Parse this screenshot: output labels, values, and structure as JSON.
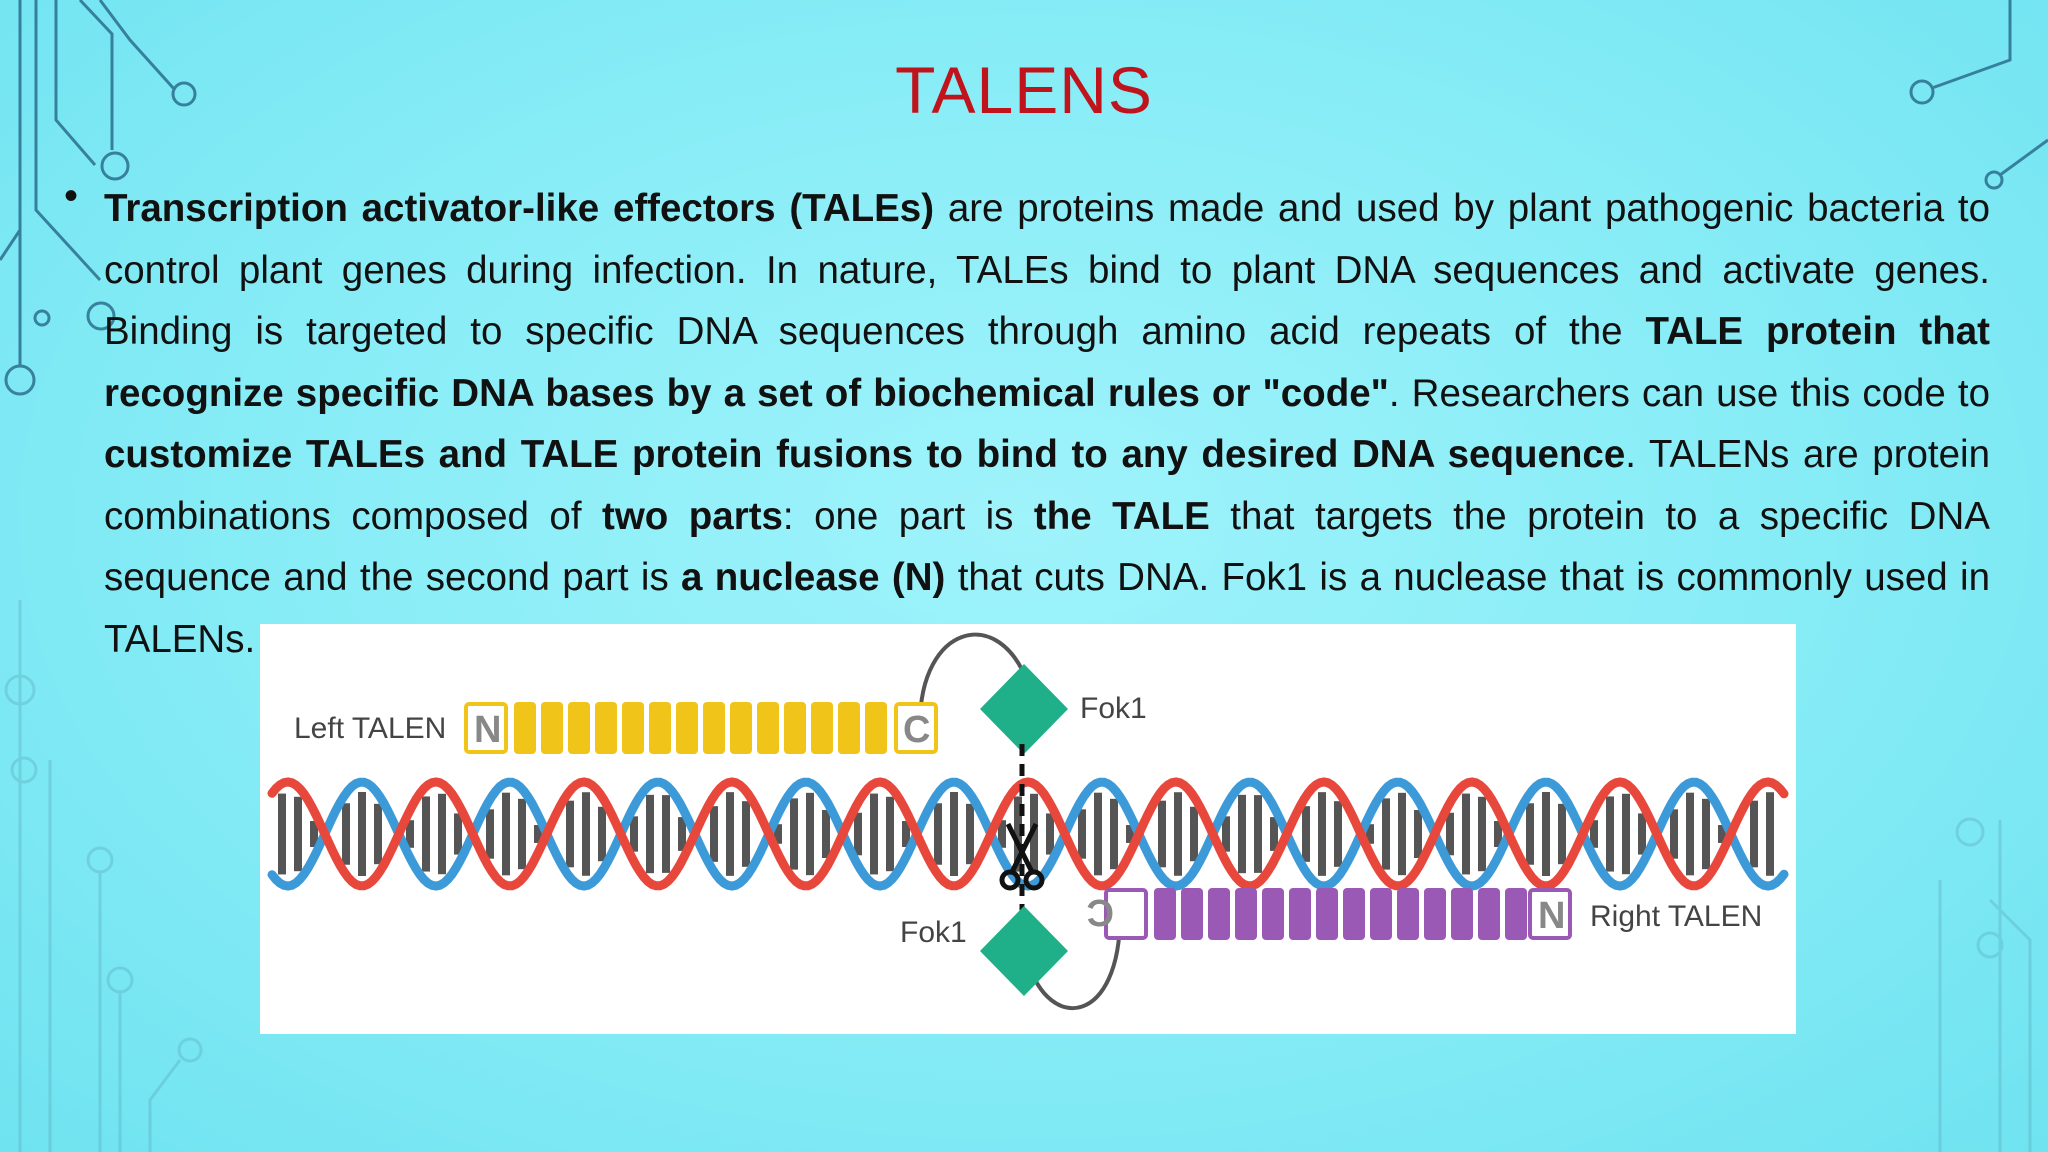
{
  "slide": {
    "title": "TALENS",
    "paragraph": [
      {
        "text": "Transcription activator-like effectors (TALEs)",
        "bold": true
      },
      {
        "text": " are proteins made and used by plant pathogenic bacteria to control plant genes during infection. In nature, TALEs bind to plant DNA sequences and activate genes. Binding is targeted to specific DNA sequences through amino acid repeats of the ",
        "bold": false
      },
      {
        "text": "TALE protein that recognize specific DNA bases by a set of biochemical rules or \"code\"",
        "bold": true
      },
      {
        "text": ". Researchers can use this code to ",
        "bold": false
      },
      {
        "text": "customize TALEs and TALE protein fusions to bind to any desired DNA sequence",
        "bold": true
      },
      {
        "text": ". TALENs are protein combinations composed of ",
        "bold": false
      },
      {
        "text": "two parts",
        "bold": true
      },
      {
        "text": ": one part is ",
        "bold": false
      },
      {
        "text": "the TALE",
        "bold": true
      },
      {
        "text": " that targets the protein to a specific DNA sequence and the second part is ",
        "bold": false
      },
      {
        "text": "a nuclease (N)",
        "bold": true
      },
      {
        "text": " that cuts DNA. Fok1 is a nuclease that is commonly used in TALENs.",
        "bold": false
      }
    ]
  },
  "figure": {
    "left_label": "Left TALEN",
    "right_label": "Right TALEN",
    "fok_top": "Fok1",
    "fok_bottom": "Fok1",
    "n_letter": "N",
    "c_letter": "C",
    "colors": {
      "left_talen": "#f0c419",
      "right_talen": "#9b59b6",
      "fok1": "#1fb08a",
      "dna_red": "#e8473c",
      "dna_blue": "#3d9ad8",
      "rungs": "#555555"
    }
  }
}
